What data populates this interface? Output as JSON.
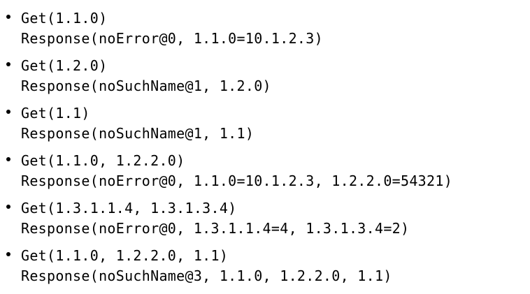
{
  "items": [
    {
      "request": "Get(1.1.0)",
      "response": "Response(noError@0, 1.1.0=10.1.2.3)"
    },
    {
      "request": "Get(1.2.0)",
      "response": "Response(noSuchName@1, 1.2.0)"
    },
    {
      "request": "Get(1.1)",
      "response": "Response(noSuchName@1, 1.1)"
    },
    {
      "request": "Get(1.1.0, 1.2.2.0)",
      "response": "Response(noError@0, 1.1.0=10.1.2.3, 1.2.2.0=54321)"
    },
    {
      "request": "Get(1.3.1.1.4, 1.3.1.3.4)",
      "response": "Response(noError@0, 1.3.1.1.4=4, 1.3.1.3.4=2)"
    },
    {
      "request": "Get(1.1.0, 1.2.2.0, 1.1)",
      "response": "Response(noSuchName@3, 1.1.0, 1.2.2.0, 1.1)"
    }
  ]
}
